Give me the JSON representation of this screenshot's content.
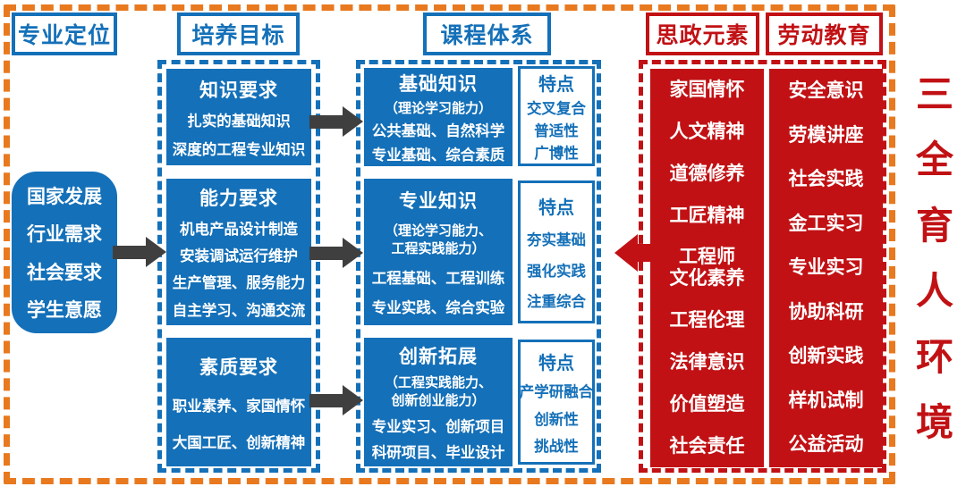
{
  "colors": {
    "blue": "#1470B8",
    "red": "#C11114",
    "orange": "#E8791F",
    "arrow_gray": "#3F3F3F"
  },
  "headers": {
    "positioning": "专业定位",
    "objectives": "培养目标",
    "curriculum": "课程体系",
    "ideology": "思政元素",
    "labor": "劳动教育"
  },
  "environment": {
    "title": "三全育人环境",
    "chars": [
      "三",
      "全",
      "育",
      "人",
      "环",
      "境"
    ]
  },
  "source_box": {
    "lines": [
      "国家发展",
      "行业需求",
      "社会要求",
      "学生意愿"
    ]
  },
  "objectives": [
    {
      "title": "知识要求",
      "lines": [
        "扎实的基础知识",
        "深度的工程专业知识"
      ]
    },
    {
      "title": "能力要求",
      "lines": [
        "机电产品设计制造",
        "安装调试运行维护",
        "生产管理、服务能力",
        "自主学习、沟通交流"
      ]
    },
    {
      "title": "素质要求",
      "lines": [
        "职业素养、家国情怀",
        "大国工匠、创新精神"
      ]
    }
  ],
  "curriculum": [
    {
      "title": "基础知识",
      "ability": "（理论学习能力）",
      "lines": [
        "公共基础、自然科学",
        "专业基础、综合素质"
      ],
      "features": {
        "title": "特点",
        "items": [
          "交叉复合",
          "普适性",
          "广博性"
        ]
      }
    },
    {
      "title": "专业知识",
      "ability": "（理论学习能力、\n工程实践能力）",
      "lines": [
        "工程基础、工程训练",
        "专业实践、综合实验"
      ],
      "features": {
        "title": "特点",
        "items": [
          "夯实基础",
          "强化实践",
          "注重综合"
        ]
      }
    },
    {
      "title": "创新拓展",
      "ability": "（工程实践能力、\n创新创业能力）",
      "lines": [
        "专业实习、创新项目",
        "科研项目、毕业设计"
      ],
      "features": {
        "title": "特点",
        "items": [
          "产学研融合",
          "创新性",
          "挑战性"
        ]
      }
    }
  ],
  "ideology": {
    "items": [
      "家国情怀",
      "人文精神",
      "道德修养",
      "工匠精神",
      "工程师\n文化素养",
      "工程伦理",
      "法律意识",
      "价值塑造",
      "社会责任"
    ]
  },
  "labor": {
    "items": [
      "安全意识",
      "劳模讲座",
      "社会实践",
      "金工实习",
      "专业实习",
      "协助科研",
      "创新实践",
      "样机试制",
      "公益活动"
    ]
  }
}
